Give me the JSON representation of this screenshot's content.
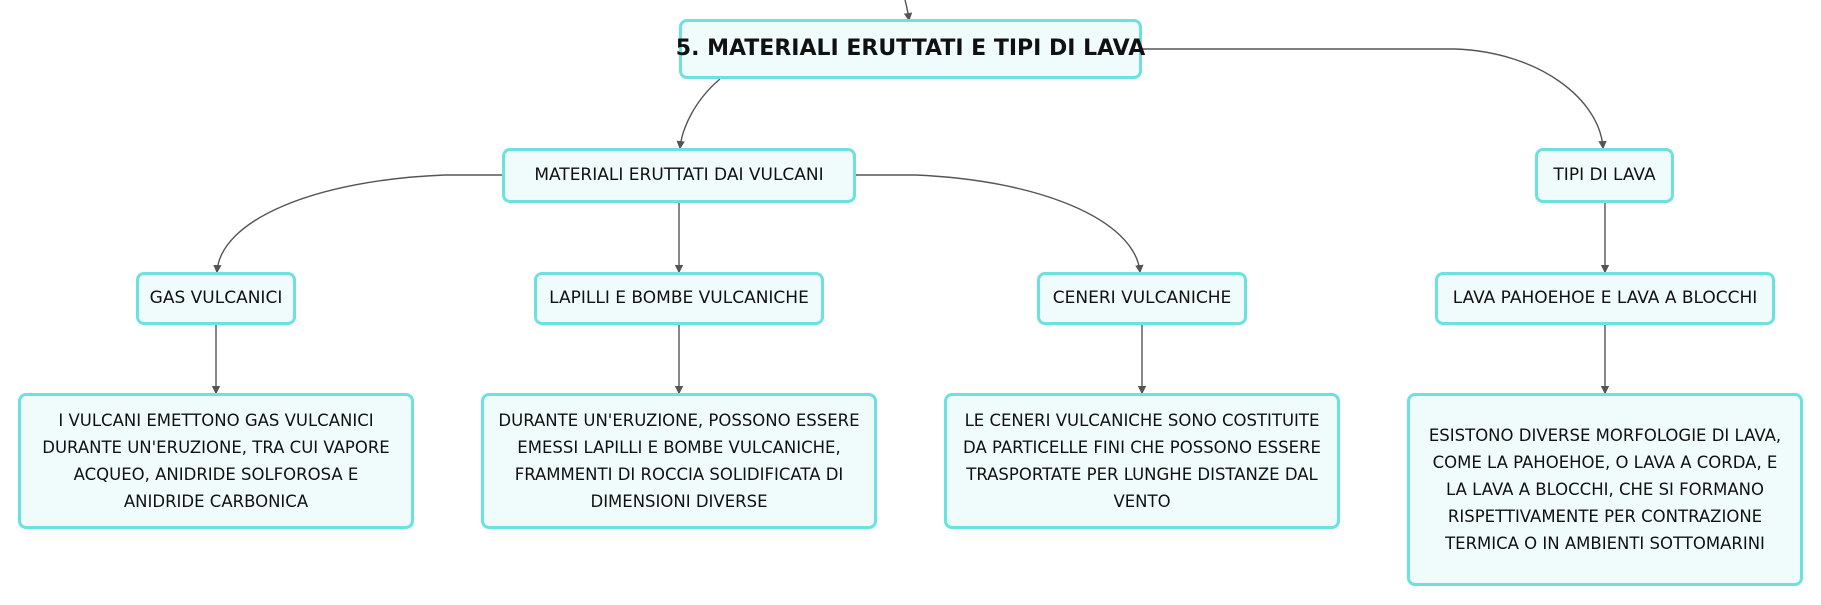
{
  "diagram": {
    "root": {
      "label": "5. MATERIALI ERUTTATI E TIPI DI LAVA"
    },
    "materiali": {
      "label": "MATERIALI ERUTTATI DAI VULCANI"
    },
    "tipi": {
      "label": "TIPI DI LAVA"
    },
    "gas": {
      "label": "GAS VULCANICI",
      "detail": "I VULCANI EMETTONO GAS VULCANICI DURANTE UN'ERUZIONE, TRA CUI VAPORE ACQUEO, ANIDRIDE SOLFOROSA E ANIDRIDE CARBONICA"
    },
    "lapilli": {
      "label": "LAPILLI E BOMBE VULCANICHE",
      "detail": "DURANTE UN'ERUZIONE, POSSONO ESSERE EMESSI LAPILLI E BOMBE VULCANICHE, FRAMMENTI DI ROCCIA SOLIDIFICATA DI DIMENSIONI DIVERSE"
    },
    "ceneri": {
      "label": "CENERI VULCANICHE",
      "detail": "LE CENERI VULCANICHE SONO COSTITUITE DA PARTICELLE FINI CHE POSSONO ESSERE TRASPORTATE PER LUNGHE DISTANZE DAL VENTO"
    },
    "pahoehoe": {
      "label": "LAVA PAHOEHOE E LAVA A BLOCCHI",
      "detail": "ESISTONO DIVERSE MORFOLOGIE DI LAVA, COME LA PAHOEHOE, O LAVA A CORDA, E LA LAVA A BLOCCHI, CHE SI FORMANO RISPETTIVAMENTE PER CONTRAZIONE TERMICA O IN AMBIENTI SOTTOMARINI"
    }
  },
  "colors": {
    "node_border": "#6de0e0",
    "node_fill": "#effcfb",
    "connector": "#555555"
  }
}
